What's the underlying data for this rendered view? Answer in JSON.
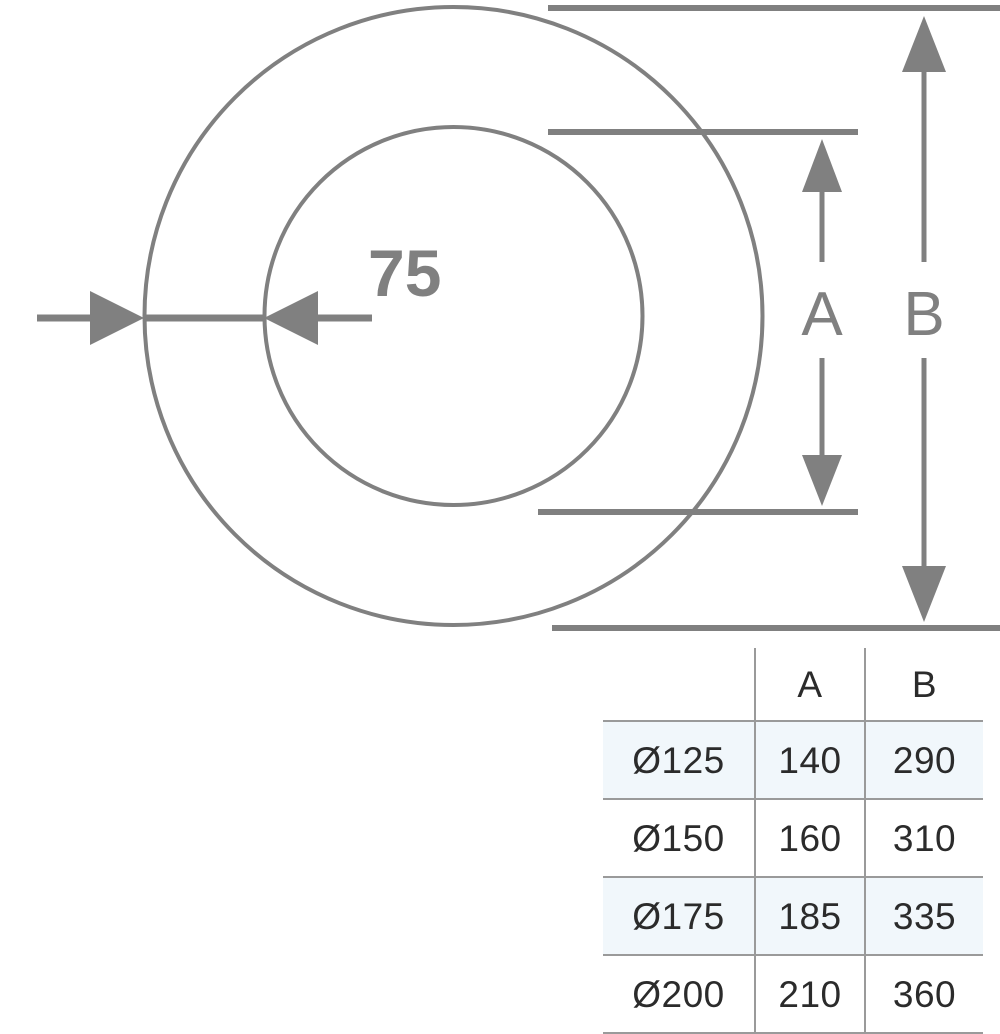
{
  "diagram": {
    "stroke_color": "#808080",
    "text_color": "#808080",
    "dimensions": {
      "horizontal_label": "75",
      "vertical_inner_label": "A",
      "vertical_outer_label": "B"
    },
    "shapes": {
      "outer_circle_name": "outer-circle",
      "inner_circle_name": "inner-circle"
    }
  },
  "table": {
    "headers": [
      "",
      "A",
      "B"
    ],
    "rows": [
      {
        "label": "Ø125",
        "a": "140",
        "b": "290"
      },
      {
        "label": "Ø150",
        "a": "160",
        "b": "310"
      },
      {
        "label": "Ø175",
        "a": "185",
        "b": "335"
      },
      {
        "label": "Ø200",
        "a": "210",
        "b": "360"
      }
    ],
    "row_highlight_color": "#f1f7fb",
    "border_color": "#9a9a9a",
    "text_color": "#2b2b2b"
  }
}
